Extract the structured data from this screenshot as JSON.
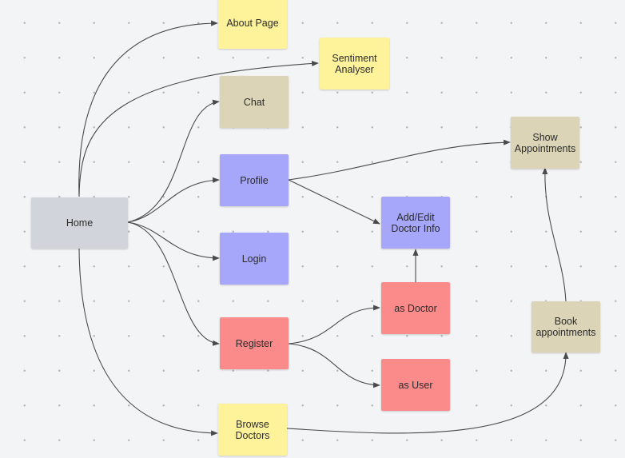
{
  "colors": {
    "yellow": "#fef39a",
    "tan": "#dcd4b6",
    "purple": "#a6a6fb",
    "red": "#fb8a8b",
    "gray": "#d1d5db",
    "edge": "#4a4a4a"
  },
  "nodes": {
    "home": "Home",
    "about_page": "About Page",
    "sentiment_analyser": "Sentiment\nAnalyser",
    "chat": "Chat",
    "profile": "Profile",
    "login": "Login",
    "register": "Register",
    "browse_doctors": "Browse\nDoctors",
    "add_edit_doctor_info": "Add/Edit\nDoctor Info",
    "as_doctor": "as Doctor",
    "as_user": "as User",
    "show_appointments": "Show\nAppointments",
    "book_appointments": "Book\nappointments"
  }
}
